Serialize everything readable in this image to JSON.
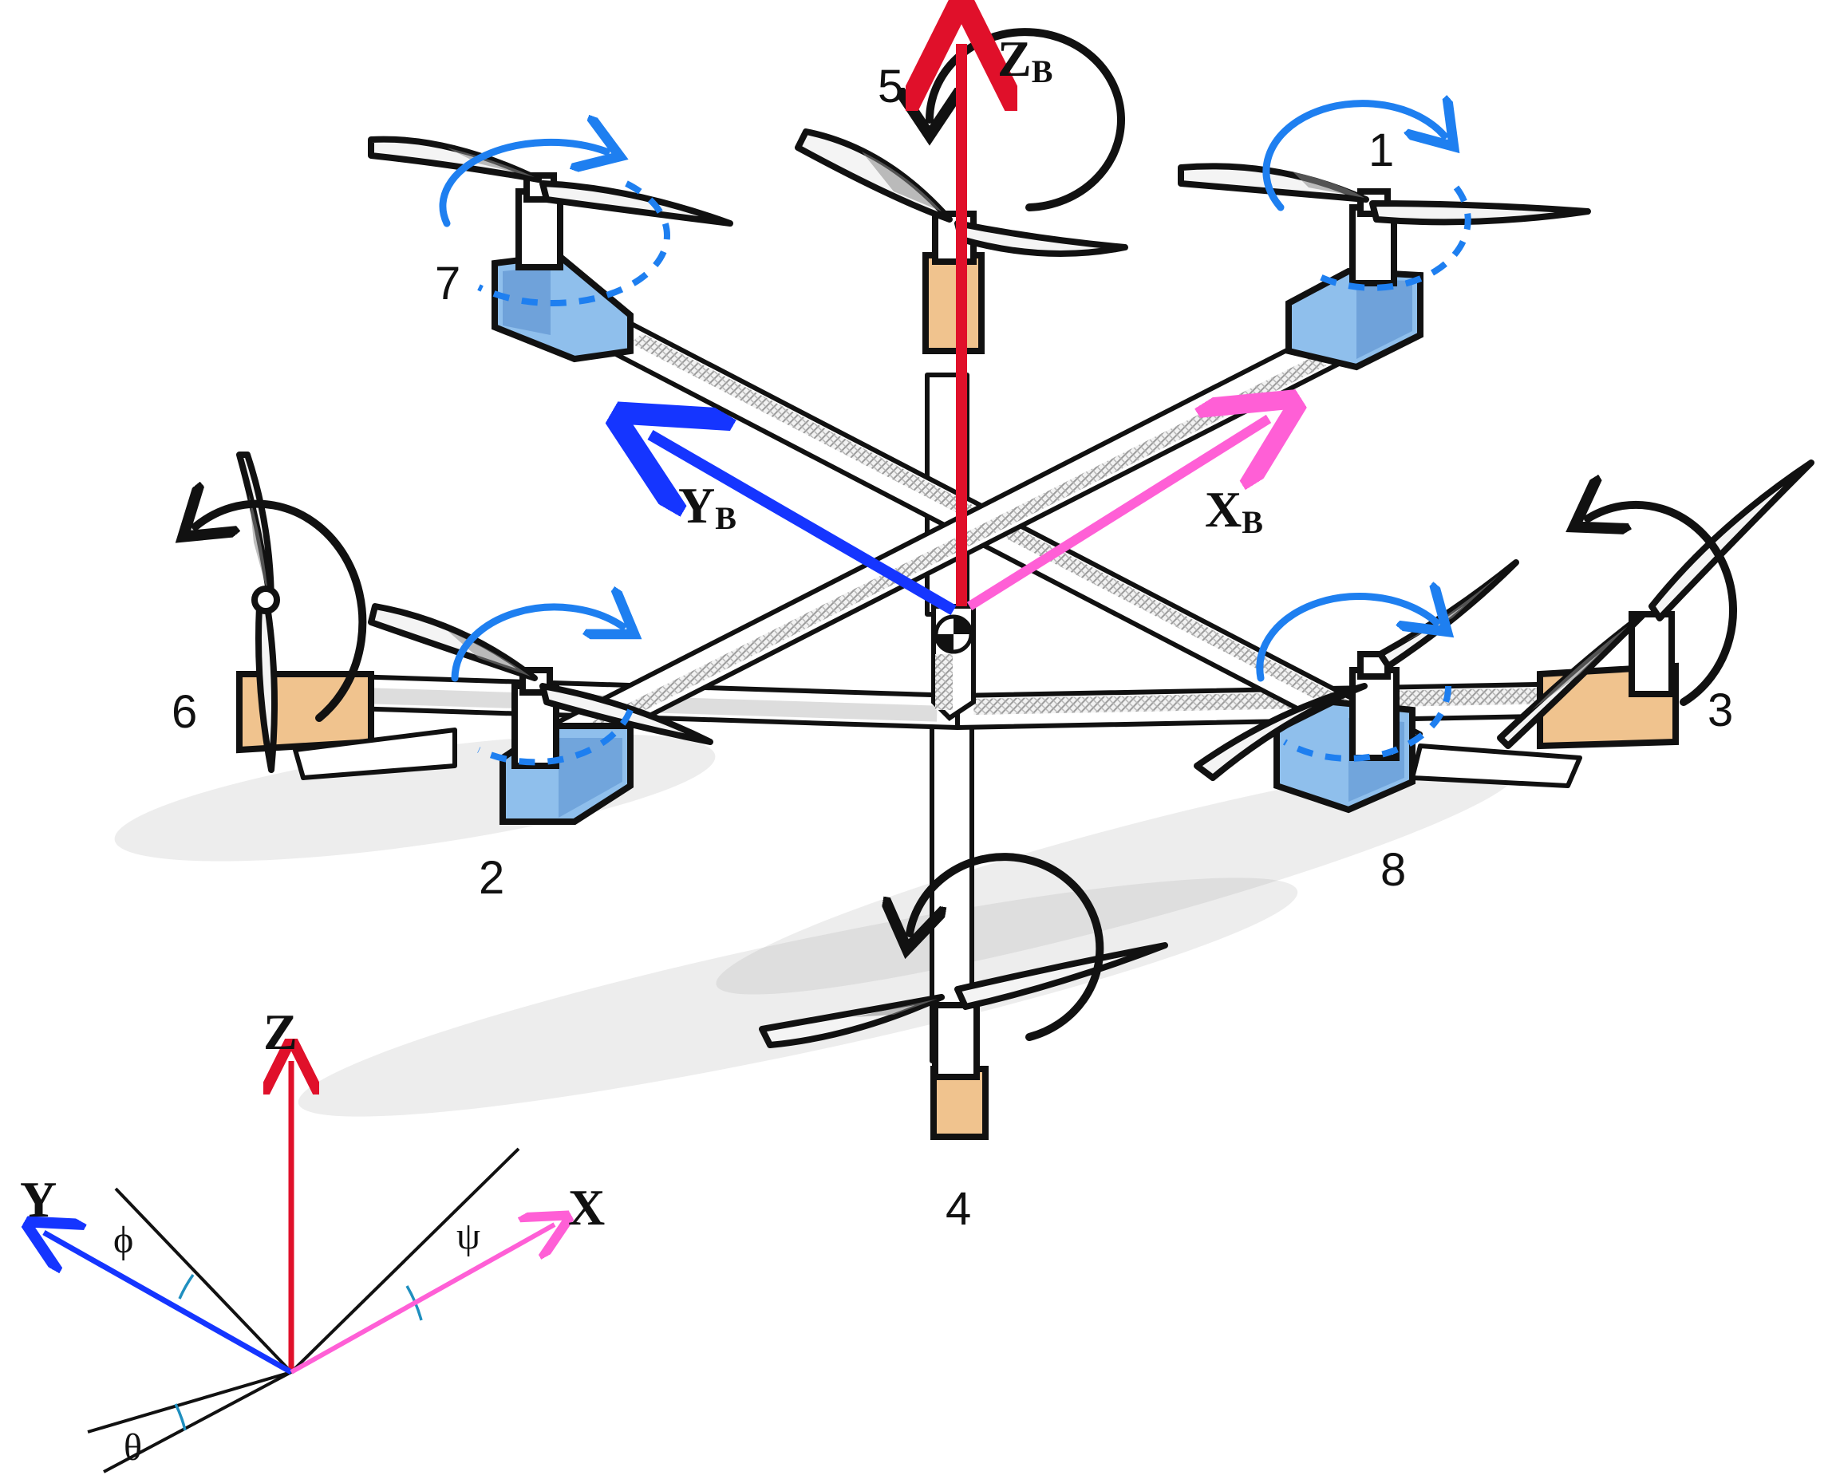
{
  "motors": [
    {
      "id": "motor-1",
      "label": "1",
      "rotation": "clockwise",
      "arrow_color": "#1e7ff0"
    },
    {
      "id": "motor-2",
      "label": "2",
      "rotation": "clockwise",
      "arrow_color": "#1e7ff0"
    },
    {
      "id": "motor-3",
      "label": "3",
      "rotation": "counter-clockwise",
      "arrow_color": "#111111"
    },
    {
      "id": "motor-4",
      "label": "4",
      "rotation": "counter-clockwise",
      "arrow_color": "#111111"
    },
    {
      "id": "motor-5",
      "label": "5",
      "rotation": "counter-clockwise",
      "arrow_color": "#111111"
    },
    {
      "id": "motor-6",
      "label": "6",
      "rotation": "counter-clockwise",
      "arrow_color": "#111111"
    },
    {
      "id": "motor-7",
      "label": "7",
      "rotation": "clockwise",
      "arrow_color": "#1e7ff0"
    },
    {
      "id": "motor-8",
      "label": "8",
      "rotation": "clockwise",
      "arrow_color": "#1e7ff0"
    }
  ],
  "body_axes": {
    "xb": {
      "letter": "X",
      "sub": "B",
      "color": "#ff5fd6"
    },
    "yb": {
      "letter": "Y",
      "sub": "B",
      "color": "#1535ff"
    },
    "zb": {
      "letter": "Z",
      "sub": "B",
      "color": "#e0102a"
    }
  },
  "inertial_axes": {
    "x": {
      "letter": "X",
      "color": "#ff5fd6"
    },
    "y": {
      "letter": "Y",
      "color": "#1535ff"
    },
    "z": {
      "letter": "Z",
      "color": "#e0102a"
    }
  },
  "angles": {
    "phi": "ϕ",
    "psi": "ψ",
    "theta": "θ"
  },
  "colors": {
    "clockwise_arrow": "#1e7ff0",
    "counter_clockwise_arrow": "#111111",
    "mount_inner": "#8fbfec",
    "mount_outer": "#f0c38e"
  },
  "icons": {
    "center_of_gravity": "center-of-gravity-icon"
  }
}
